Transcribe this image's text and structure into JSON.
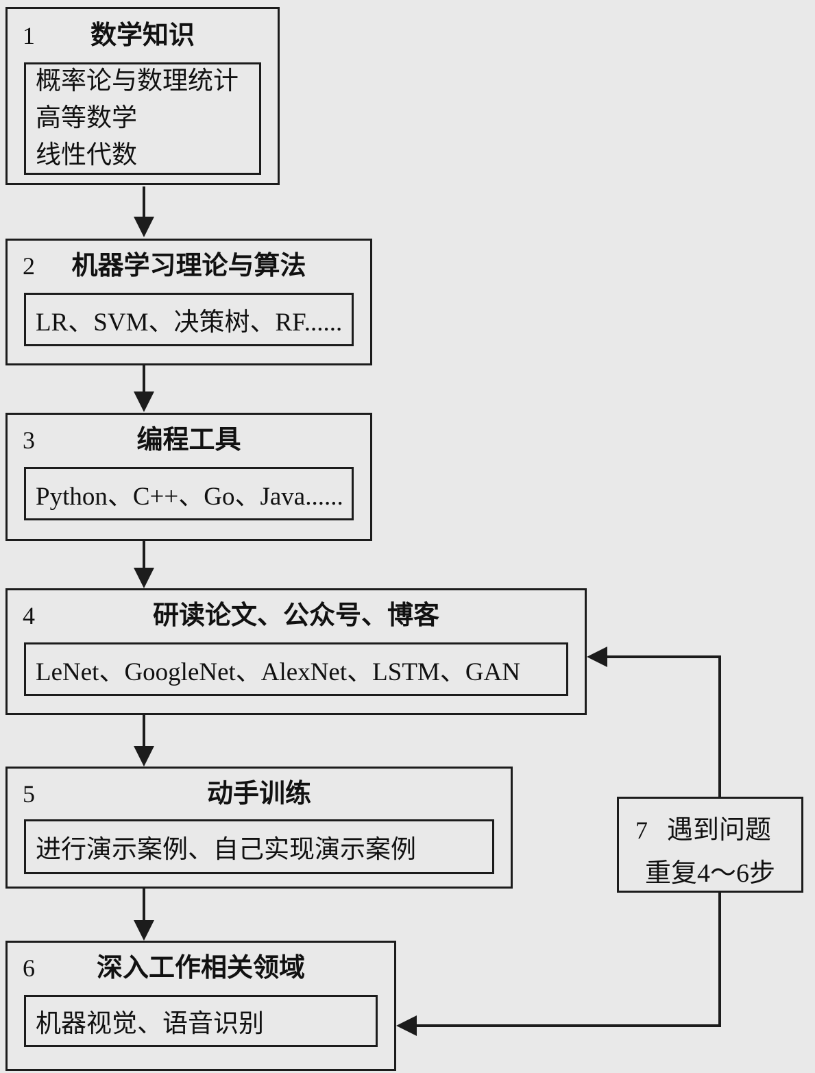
{
  "colors": {
    "background": "#e9e9e9",
    "line": "#1c1c1c",
    "text": "#111111"
  },
  "diagram": {
    "steps": [
      {
        "number": "1",
        "title": "数学知识",
        "details": [
          "概率论与数理统计",
          "高等数学",
          "线性代数"
        ]
      },
      {
        "number": "2",
        "title": "机器学习理论与算法",
        "details": [
          "LR、SVM、决策树、RF......"
        ]
      },
      {
        "number": "3",
        "title": "编程工具",
        "details": [
          "Python、C++、Go、Java......"
        ]
      },
      {
        "number": "4",
        "title": "研读论文、公众号、博客",
        "details": [
          "LeNet、GoogleNet、AlexNet、LSTM、GAN"
        ]
      },
      {
        "number": "5",
        "title": "动手训练",
        "details": [
          "进行演示案例、自己实现演示案例"
        ]
      },
      {
        "number": "6",
        "title": "深入工作相关领域",
        "details": [
          "机器视觉、语音识别"
        ]
      }
    ],
    "loop_box": {
      "number": "7",
      "line1": "遇到问题",
      "line2": "重复4～6步"
    }
  }
}
